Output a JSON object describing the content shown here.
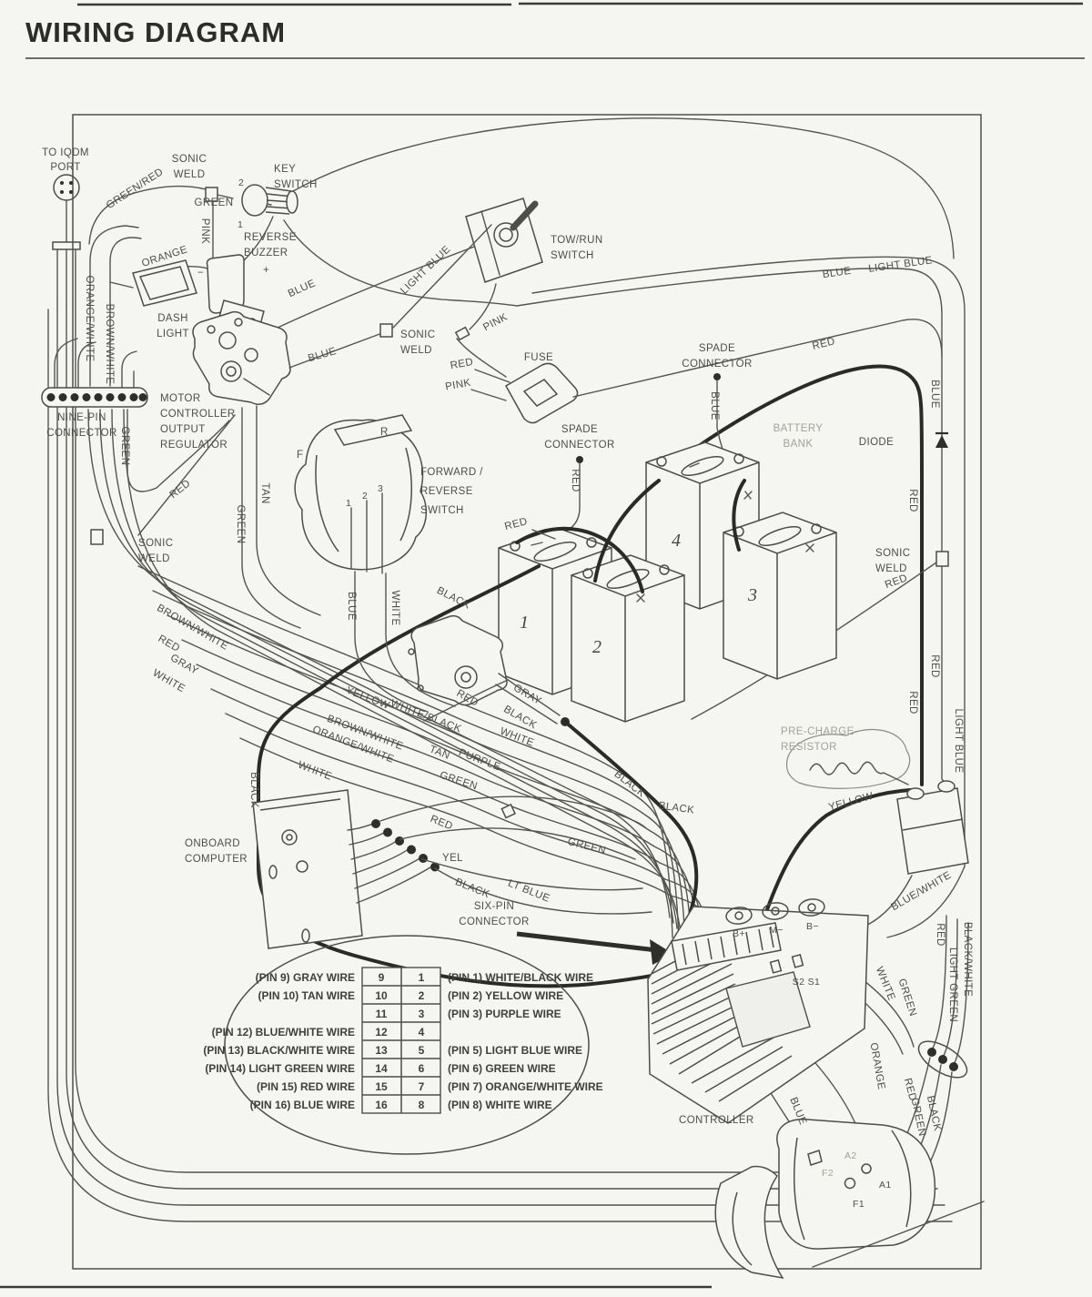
{
  "header": {
    "title": "WIRING DIAGRAM"
  },
  "components": {
    "iqdm": [
      "TO IQDM",
      "PORT"
    ],
    "sonic_weld_a": [
      "SONIC",
      "WELD"
    ],
    "key_switch": [
      "KEY",
      "SWITCH"
    ],
    "reverse_buzzer": [
      "REVERSE",
      "BUZZER"
    ],
    "dash_light": [
      "DASH",
      "LIGHT"
    ],
    "tow_run_switch": [
      "TOW/RUN",
      "SWITCH"
    ],
    "sonic_weld_b": [
      "SONIC",
      "WELD"
    ],
    "fuse": "FUSE",
    "regulator": [
      "MOTOR",
      "CONTROLLER",
      "OUTPUT",
      "REGULATOR"
    ],
    "nine_pin": [
      "NINE-PIN",
      "CONNECTOR"
    ],
    "spade_a": [
      "SPADE",
      "CONNECTOR"
    ],
    "spade_b": [
      "SPADE",
      "CONNECTOR"
    ],
    "battery_bank": [
      "BATTERY",
      "BANK"
    ],
    "diode": "DIODE",
    "fr_switch": [
      "FORWARD /",
      "REVERSE",
      "SWITCH"
    ],
    "sonic_weld_c": [
      "SONIC",
      "WELD"
    ],
    "sonic_weld_d": [
      "SONIC",
      "WELD"
    ],
    "pre_charge": [
      "PRE-CHARGE",
      "RESISTOR"
    ],
    "onboard": [
      "ONBOARD",
      "COMPUTER"
    ],
    "six_pin": [
      "SIX-PIN",
      "CONNECTOR"
    ],
    "controller": "CONTROLLER"
  },
  "terminals": {
    "key_top": "2",
    "key_bottom": "1",
    "buzzer_plus": "+",
    "buzzer_minus": "−",
    "fr_f": "F",
    "fr_r": "R",
    "fr_1": "1",
    "fr_2": "2",
    "fr_3": "3",
    "bat1": "1",
    "bat2": "2",
    "bat3": "3",
    "bat4": "4",
    "b_plus": "B+",
    "m_minus": "M−",
    "b_minus": "B−",
    "s2s1": "S2  S1",
    "f2": "F2",
    "a2": "A2",
    "a1": "A1",
    "f1": "F1"
  },
  "wire_labels": {
    "green_red": "GREEN/RED",
    "green_key": "GREEN",
    "pink_buzzer": "PINK",
    "orange_dash": "ORANGE",
    "light_blue_a": "LIGHT BLUE",
    "blue_a": "BLUE",
    "pink_towrun": "PINK",
    "red_fuse": "RED",
    "pink_fuse": "PINK",
    "blue_regulator": "BLUE",
    "light_blue_diag": "LIGHT BLUE",
    "blue_diag": "BLUE",
    "red_corner": "RED",
    "blue_right_v": "BLUE",
    "blue_spade": "BLUE",
    "red_spade": "RED",
    "green_ninepin": "GREEN",
    "red_regulator": "RED",
    "tan_v": "TAN",
    "green_v": "GREEN",
    "orange_white_v": "ORANGE/WHITE",
    "brown_white_v": "BROWN/WHITE",
    "brown_white_diag": "BROWN/WHITE",
    "red_diag": "RED",
    "gray_diag": "GRAY",
    "white_diag": "WHITE",
    "blue_fr": "BLUE",
    "white_fr": "WHITE",
    "black_thick": "BLACK",
    "red_relay": "RED",
    "gray_relay": "GRAY",
    "black_relay": "BLACK",
    "red_battery1": "RED",
    "yellow_b": "YELLOW",
    "white_black_b": "WHITE/BLACK",
    "purple_b": "PURPLE",
    "white_b2": "WHITE",
    "brown_white_b2": "BROWN/WHITE",
    "tan_b": "TAN",
    "green_b": "GREEN",
    "orange_white_b": "ORANGE/WHITE",
    "white_b3": "WHITE",
    "black_v": "BLACK",
    "red_sixpin": "RED",
    "yel_sixpin": "YEL",
    "black_sixpin": "BLACK",
    "lt_blue_sixpin": "LT BLUE",
    "green_sixpin": "GREEN",
    "black_ctrl": "BLACK",
    "black_ctrl2": "BLACK",
    "blue_white": "BLUE/WHITE",
    "red_rv": "RED",
    "black_white_rv": "BLACK/WHITE",
    "light_green_rv": "LIGHT GREEN",
    "white_motor": "WHITE",
    "green_motor": "GREEN",
    "orange_motor": "ORANGE",
    "red_motor": "RED",
    "green_motor2": "GREEN",
    "black_motor": "BLACK",
    "blue_motor": "BLUE",
    "yellow_sol": "YELLOW",
    "red_thick_top": "RED",
    "red_thick_bottom": "RED",
    "red_diode_v": "RED",
    "light_blue_v": "LIGHT BLUE",
    "red_sw": "RED"
  },
  "pin_table": {
    "rows": [
      {
        "left_label": "(PIN 9) GRAY WIRE",
        "left_pin": "9",
        "right_pin": "1",
        "right_label": "(PIN 1) WHITE/BLACK WIRE"
      },
      {
        "left_label": "(PIN 10) TAN WIRE",
        "left_pin": "10",
        "right_pin": "2",
        "right_label": "(PIN 2) YELLOW WIRE"
      },
      {
        "left_label": "",
        "left_pin": "11",
        "right_pin": "3",
        "right_label": "(PIN 3) PURPLE WIRE"
      },
      {
        "left_label": "(PIN 12) BLUE/WHITE WIRE",
        "left_pin": "12",
        "right_pin": "4",
        "right_label": ""
      },
      {
        "left_label": "(PIN 13) BLACK/WHITE WIRE",
        "left_pin": "13",
        "right_pin": "5",
        "right_label": "(PIN 5) LIGHT BLUE WIRE"
      },
      {
        "left_label": "(PIN 14) LIGHT GREEN WIRE",
        "left_pin": "14",
        "right_pin": "6",
        "right_label": "(PIN 6) GREEN WIRE"
      },
      {
        "left_label": "(PIN 15) RED WIRE",
        "left_pin": "15",
        "right_pin": "7",
        "right_label": "(PIN 7) ORANGE/WHITE WIRE"
      },
      {
        "left_label": "(PIN 16) BLUE WIRE",
        "left_pin": "16",
        "right_pin": "8",
        "right_label": "(PIN 8) WHITE WIRE"
      }
    ]
  },
  "colors": {
    "paper": "#f5f5f1",
    "ink": "#4d4d49",
    "ink_dark": "#2a2a27",
    "faint": "#a3a39a"
  }
}
